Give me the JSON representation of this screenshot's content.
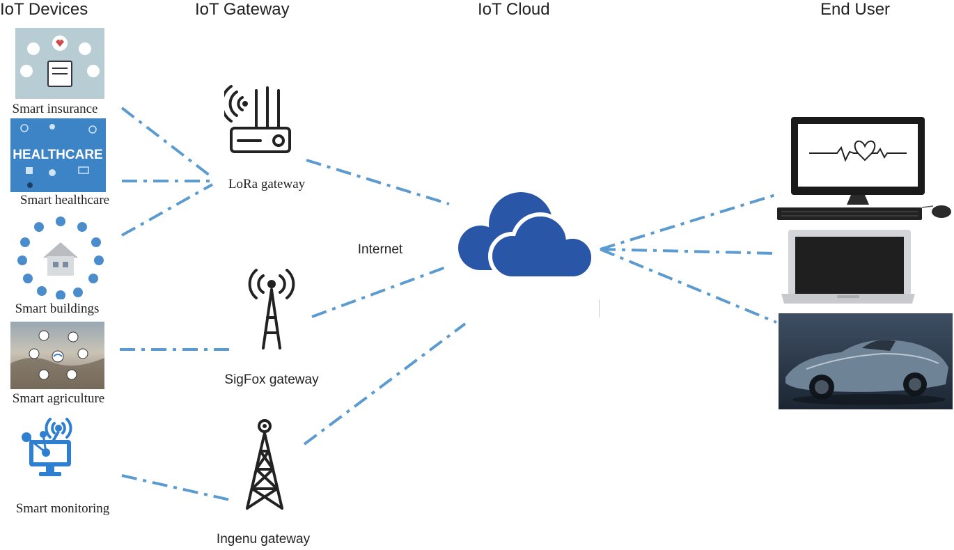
{
  "columns": {
    "devices": "IoT Devices",
    "gateway": "IoT Gateway",
    "cloud": "IoT Cloud",
    "end_user": "End User"
  },
  "devices": [
    {
      "label": "Smart insurance",
      "icon": "health-insurance-icon"
    },
    {
      "label": "Smart healthcare",
      "icon": "healthcare-icon",
      "image_text": "HEALTHCARE"
    },
    {
      "label": "Smart buildings",
      "icon": "smart-building-icon"
    },
    {
      "label": "Smart agriculture",
      "icon": "agriculture-icon"
    },
    {
      "label": "Smart monitoring",
      "icon": "monitoring-icon"
    }
  ],
  "gateways": [
    {
      "label": "LoRa gateway",
      "icon": "router-icon"
    },
    {
      "label": "SigFox gateway",
      "icon": "antenna-tower-icon"
    },
    {
      "label": "Ingenu gateway",
      "icon": "lattice-tower-icon"
    }
  ],
  "network_label": "Internet",
  "cloud_icon": "cloud-icon",
  "end_user_devices": [
    {
      "icon": "desktop-computer-icon"
    },
    {
      "icon": "laptop-icon"
    },
    {
      "icon": "car-icon"
    }
  ],
  "colors": {
    "link": "#5b9bd0",
    "cloud": "#2a56a8",
    "monitor_icon": "#2f7fd0"
  }
}
